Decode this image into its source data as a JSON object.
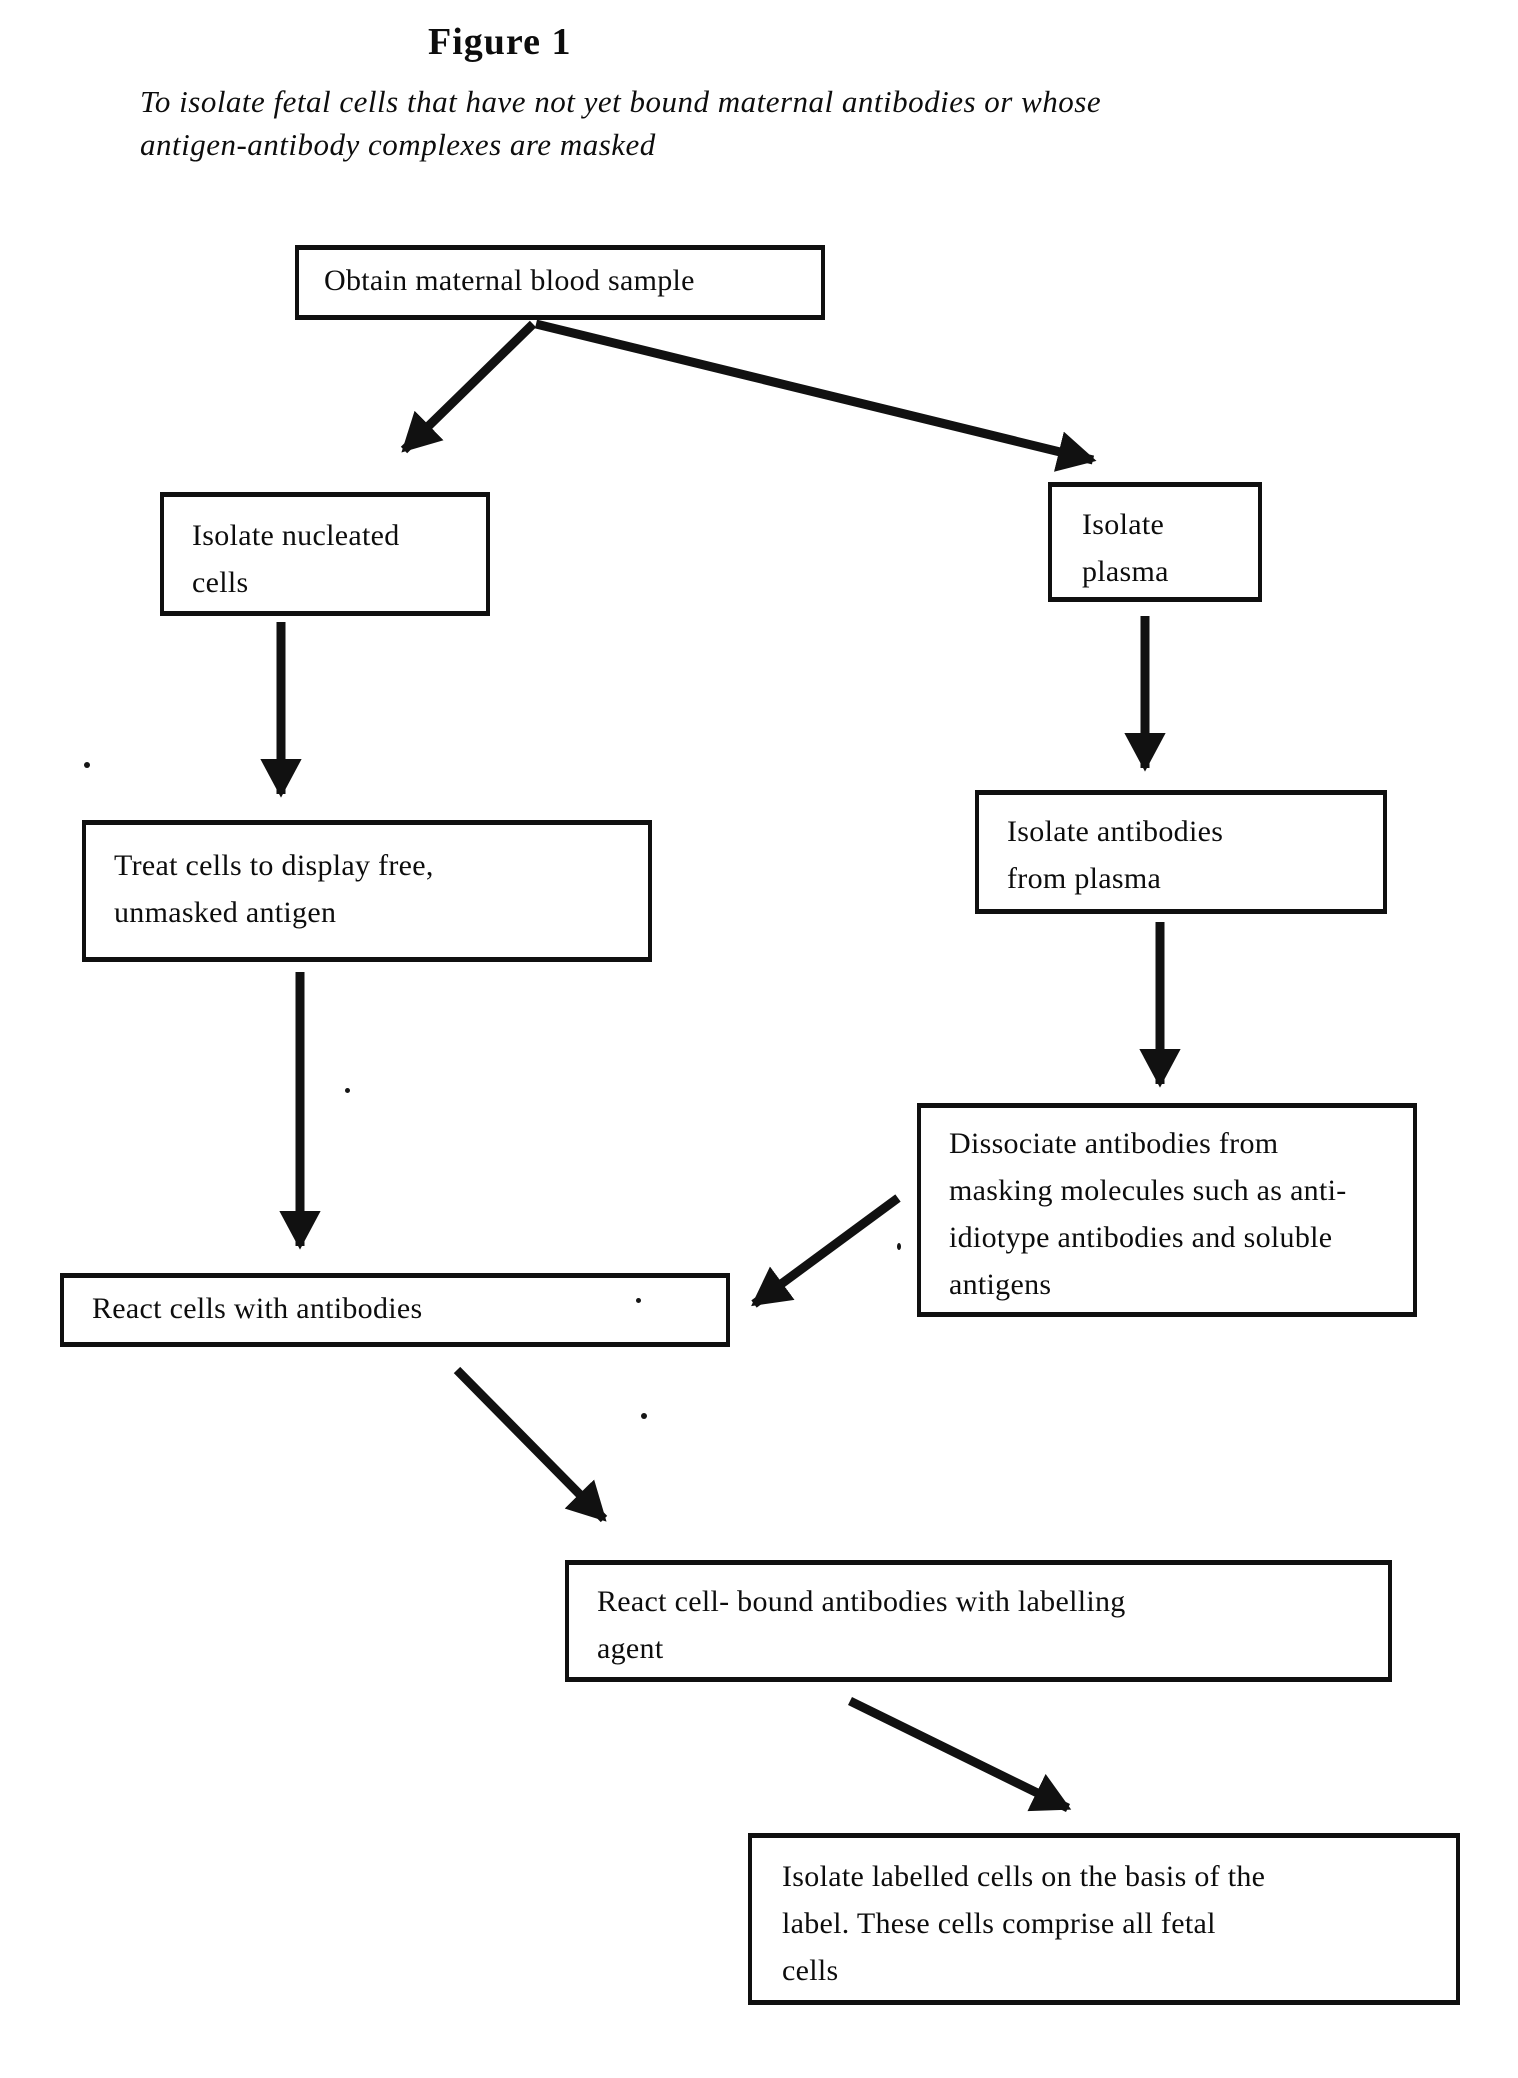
{
  "figure": {
    "title": "Figure 1",
    "subtitle": "To isolate fetal cells that have not yet bound maternal antibodies or whose\nantigen-antibody complexes are masked"
  },
  "ink_color": "#111111",
  "nodes": {
    "obtain": {
      "label": "Obtain maternal blood sample"
    },
    "nucleated": {
      "label": "Isolate nucleated\ncells"
    },
    "plasma": {
      "label": "Isolate\nplasma"
    },
    "treat": {
      "label": "Treat cells to display free,\nunmasked  antigen"
    },
    "antibodies": {
      "label": "Isolate antibodies\nfrom plasma"
    },
    "dissociate": {
      "label": "Dissociate antibodies from\nmasking molecules such as anti-\nidiotype antibodies and soluble\nantigens"
    },
    "react_cells": {
      "label": "React cells with antibodies"
    },
    "react_label": {
      "label": "React cell- bound antibodies with labelling\nagent"
    },
    "isolate_labelled": {
      "label": "Isolate labelled cells on the basis of the\nlabel. These cells  comprise all fetal\ncells"
    }
  },
  "edges": [
    {
      "from": "obtain",
      "to": "nucleated"
    },
    {
      "from": "obtain",
      "to": "plasma"
    },
    {
      "from": "nucleated",
      "to": "treat"
    },
    {
      "from": "plasma",
      "to": "antibodies"
    },
    {
      "from": "treat",
      "to": "react_cells"
    },
    {
      "from": "antibodies",
      "to": "dissociate"
    },
    {
      "from": "dissociate",
      "to": "react_cells"
    },
    {
      "from": "react_cells",
      "to": "react_label"
    },
    {
      "from": "react_label",
      "to": "isolate_labelled"
    }
  ]
}
